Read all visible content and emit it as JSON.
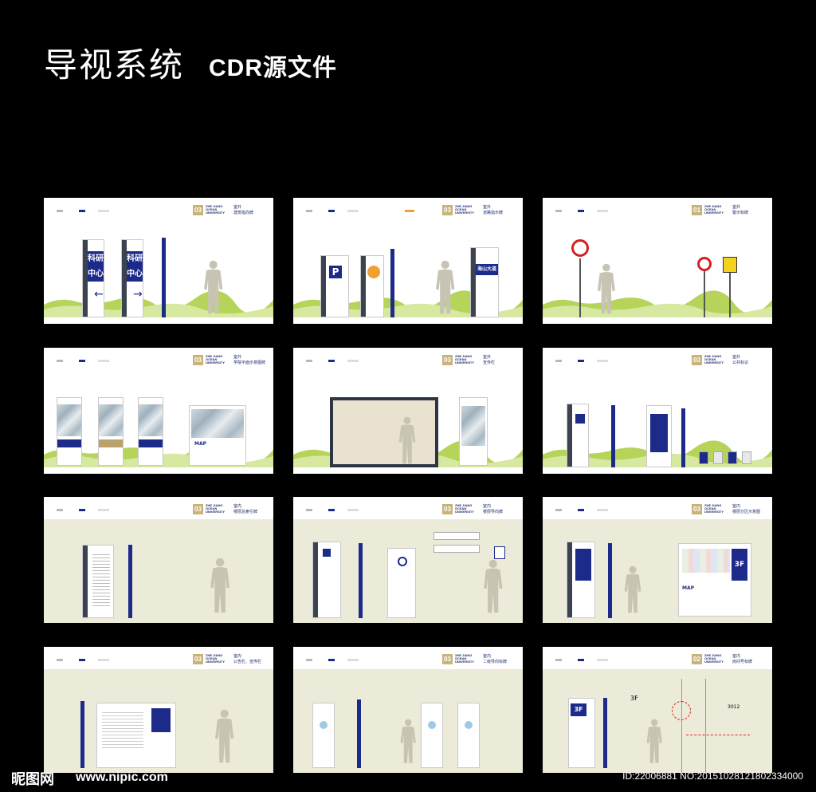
{
  "header": {
    "title": "导视系统",
    "subtitle": "CDR源文件"
  },
  "panels": [
    {
      "num": "03",
      "brand": "ZHE JIANG OCEAN UNIVERSITY",
      "title_line1": "室外",
      "title_line2": "建筑指向牌",
      "type": "outdoor"
    },
    {
      "num": "03",
      "brand": "ZHE JIANG OCEAN UNIVERSITY",
      "title_line1": "室外",
      "title_line2": "道路指示牌",
      "type": "outdoor"
    },
    {
      "num": "01",
      "brand": "ZHE JIANG OCEAN UNIVERSITY",
      "title_line1": "室外",
      "title_line2": "警示标牌",
      "type": "outdoor"
    },
    {
      "num": "03",
      "brand": "ZHE JIANG OCEAN UNIVERSITY",
      "title_line1": "室外",
      "title_line2": "学院平面示意图牌",
      "type": "outdoor"
    },
    {
      "num": "03",
      "brand": "ZHE JIANG OCEAN UNIVERSITY",
      "title_line1": "室外",
      "title_line2": "宣传栏",
      "type": "outdoor"
    },
    {
      "num": "03",
      "brand": "ZHE JIANG OCEAN UNIVERSITY",
      "title_line1": "室外",
      "title_line2": "公共标识",
      "type": "outdoor"
    },
    {
      "num": "03",
      "brand": "ZHE JIANG OCEAN UNIVERSITY",
      "title_line1": "室内",
      "title_line2": "楼层总索引牌",
      "type": "indoor"
    },
    {
      "num": "03",
      "brand": "ZHE JIANG OCEAN UNIVERSITY",
      "title_line1": "室内",
      "title_line2": "楼层导向牌",
      "type": "indoor"
    },
    {
      "num": "03",
      "brand": "ZHE JIANG OCEAN UNIVERSITY",
      "title_line1": "室内",
      "title_line2": "楼层分区示意图",
      "type": "indoor"
    },
    {
      "num": "03",
      "brand": "ZHE JIANG OCEAN UNIVERSITY",
      "title_line1": "室内",
      "title_line2": "公告栏、宣传栏",
      "type": "indoor"
    },
    {
      "num": "03",
      "brand": "ZHE JIANG OCEAN UNIVERSITY",
      "title_line1": "室内",
      "title_line2": "二级导向标牌",
      "type": "indoor"
    },
    {
      "num": "02",
      "brand": "ZHE JIANG OCEAN UNIVERSITY",
      "title_line1": "室内",
      "title_line2": "房间号标牌",
      "type": "indoor"
    }
  ],
  "sign_labels": {
    "keyan": "科研中心",
    "parking": "P",
    "road_sign": "海山大道",
    "map_label": "MAP",
    "floor_3f": "3F",
    "room_no": "3012"
  },
  "watermark": {
    "site_logo": "昵图网",
    "url": "www.nipic.com",
    "id_text": "ID:22006881 NO:20151028121802334000"
  },
  "colors": {
    "navy": "#1c2a8a",
    "gold": "#c8b378",
    "grass": "#a8cc3c",
    "wall": "#ecebd9"
  }
}
